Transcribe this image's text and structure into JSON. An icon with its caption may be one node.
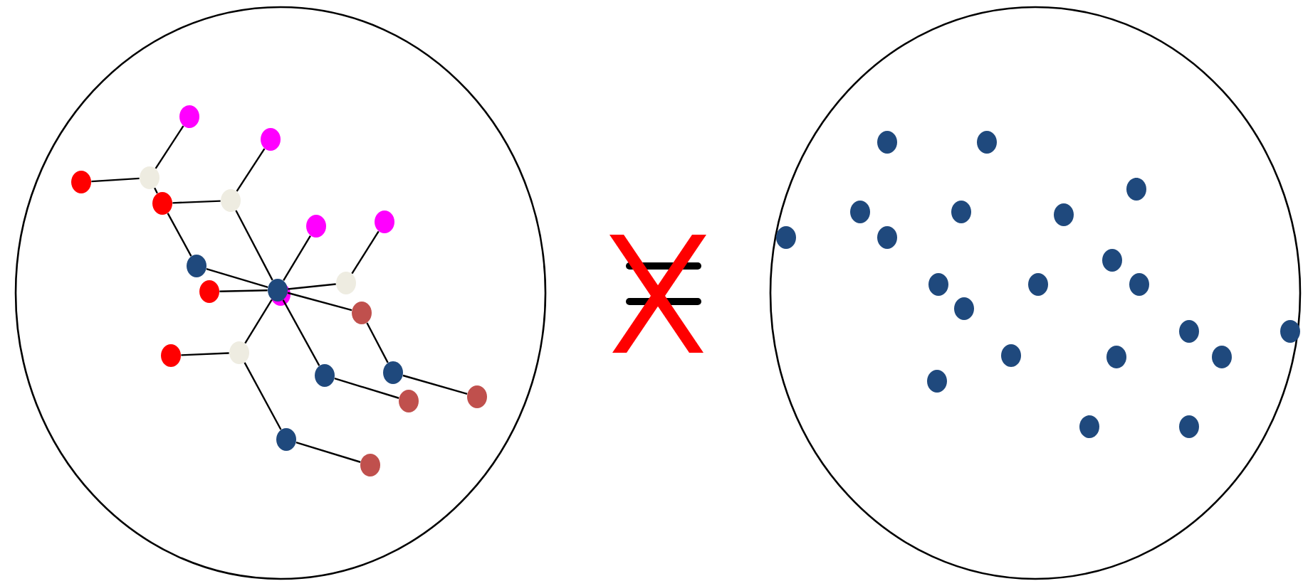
{
  "diagram": {
    "nodes": [
      {
        "text": [],
        "shape": "ellipse"
      },
      {
        "text": [],
        "shape": "circle",
        "in": 0
      },
      {
        "text": [],
        "shape": "circle",
        "in": 0
      },
      {
        "text": [],
        "shape": "circle",
        "in": 0
      },
      {
        "text": [],
        "shape": "circle",
        "in": 0
      },
      {
        "text": [],
        "shape": "circle",
        "in": 0
      },
      {
        "text": [],
        "shape": "circle",
        "in": 0
      },
      {
        "text": [],
        "shape": "circle",
        "in": 0
      },
      {
        "text": [],
        "shape": "circle",
        "in": 0
      },
      {
        "text": [],
        "shape": "circle",
        "in": 0
      },
      {
        "text": [],
        "shape": "circle",
        "in": 0
      },
      {
        "text": [],
        "shape": "circle",
        "in": 0
      },
      {
        "text": [],
        "shape": "circle",
        "in": 0
      },
      {
        "text": [],
        "shape": "circle",
        "in": 0
      },
      {
        "text": [],
        "shape": "circle",
        "in": 0
      },
      {
        "text": [],
        "shape": "circle",
        "in": 0
      },
      {
        "text": [],
        "shape": "circle",
        "in": 0
      },
      {
        "text": [],
        "shape": "circle",
        "in": 0
      },
      {
        "text": [],
        "shape": "circle",
        "in": 0
      },
      {
        "text": [],
        "shape": "circle",
        "in": 0
      },
      {
        "text": [],
        "shape": "circle",
        "in": 0
      },
      {
        "text": [],
        "shape": "circle",
        "in": 0
      },
      {
        "text": [],
        "shape": "circle",
        "in": 0
      },
      {
        "text": [],
        "shape": "ellipse"
      },
      {
        "text": [],
        "shape": "circle",
        "in": 23
      },
      {
        "text": [],
        "shape": "circle",
        "in": 23
      },
      {
        "text": [],
        "shape": "circle",
        "in": 23
      },
      {
        "text": [],
        "shape": "circle",
        "in": 23
      },
      {
        "text": [],
        "shape": "circle",
        "in": 23
      },
      {
        "text": [],
        "shape": "circle",
        "in": 23
      },
      {
        "text": [],
        "shape": "circle",
        "in": 23
      },
      {
        "text": [],
        "shape": "circle",
        "in": 23
      },
      {
        "text": [],
        "shape": "circle",
        "in": 23
      },
      {
        "text": [],
        "shape": "circle",
        "in": 23
      },
      {
        "text": [],
        "shape": "circle",
        "in": 23
      },
      {
        "text": [],
        "shape": "circle",
        "in": 23
      },
      {
        "text": [],
        "shape": "circle",
        "in": 23
      },
      {
        "text": [],
        "shape": "circle",
        "in": 23
      },
      {
        "text": [],
        "shape": "circle",
        "in": 23
      },
      {
        "text": [],
        "shape": "circle",
        "in": 23
      },
      {
        "text": [],
        "shape": "circle",
        "in": 23
      },
      {
        "text": [],
        "shape": "circle",
        "in": 23
      },
      {
        "text": [],
        "shape": "circle",
        "in": 23
      },
      {
        "text": [],
        "shape": "circle",
        "in": 23
      },
      {
        "text": [],
        "shape": "circle",
        "in": 23
      }
    ],
    "edges": [
      {
        "from": 3,
        "to": 1,
        "arrow": "none"
      },
      {
        "from": 3,
        "to": 4,
        "arrow": "none"
      },
      {
        "from": 3,
        "to": 6,
        "arrow": "none"
      },
      {
        "from": 6,
        "to": 5,
        "arrow": "none"
      },
      {
        "from": 5,
        "to": 2,
        "arrow": "none"
      },
      {
        "from": 6,
        "to": 9,
        "arrow": "none"
      },
      {
        "from": 9,
        "to": 12,
        "arrow": "none"
      },
      {
        "from": 5,
        "to": 12,
        "arrow": "none"
      },
      {
        "from": 13,
        "to": 12,
        "arrow": "none"
      },
      {
        "from": 12,
        "to": 8,
        "arrow": "none"
      },
      {
        "from": 12,
        "to": 10,
        "arrow": "none"
      },
      {
        "from": 10,
        "to": 7,
        "arrow": "none"
      },
      {
        "from": 12,
        "to": 14,
        "arrow": "none"
      },
      {
        "from": 14,
        "to": 17,
        "arrow": "none"
      },
      {
        "from": 17,
        "to": 19,
        "arrow": "none"
      },
      {
        "from": 12,
        "to": 18,
        "arrow": "none"
      },
      {
        "from": 18,
        "to": 20,
        "arrow": "none"
      },
      {
        "from": 12,
        "to": 15,
        "arrow": "none"
      },
      {
        "from": 15,
        "to": 16,
        "arrow": "none"
      },
      {
        "from": 15,
        "to": 21,
        "arrow": "none"
      },
      {
        "from": 21,
        "to": 22,
        "arrow": "none"
      }
    ]
  }
}
